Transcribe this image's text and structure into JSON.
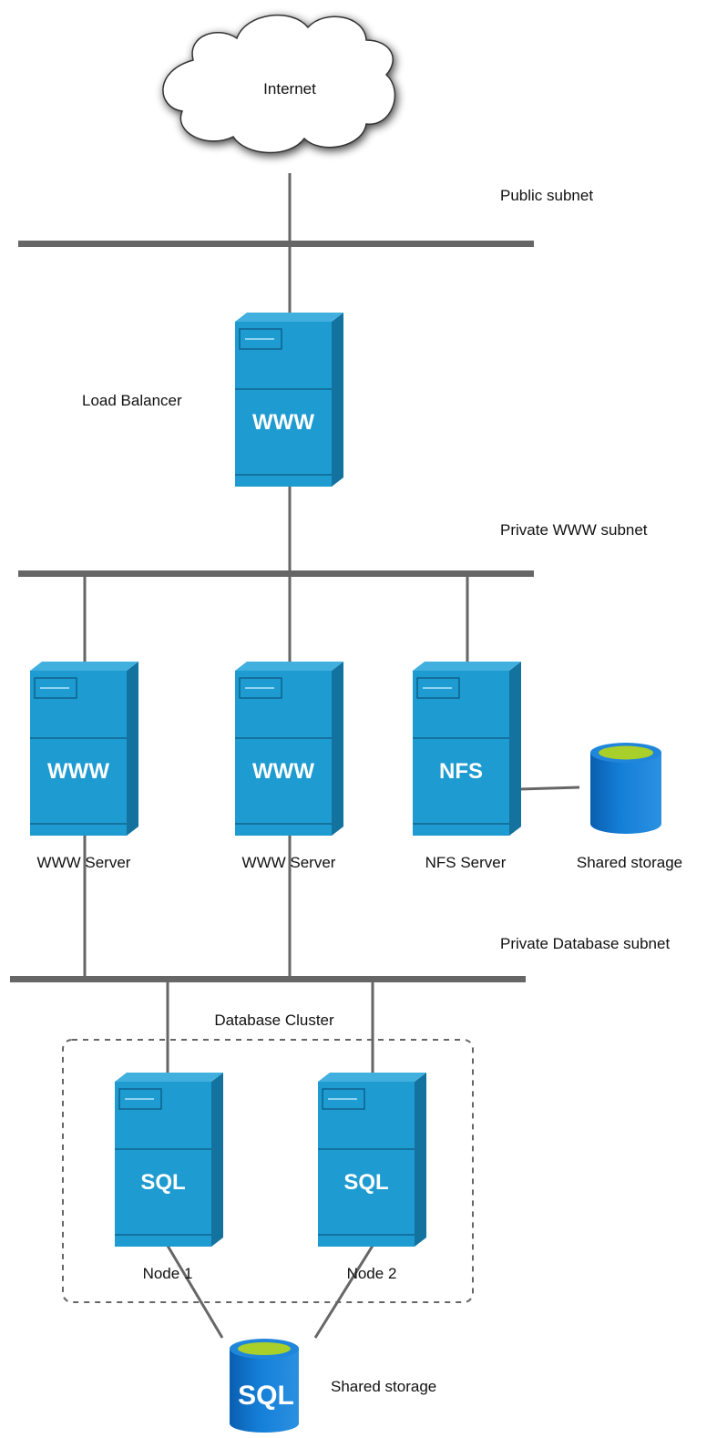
{
  "internet": {
    "label": "Internet"
  },
  "subnets": {
    "public": "Public subnet",
    "private_www": "Private WWW subnet",
    "private_db": "Private Database subnet"
  },
  "load_balancer": {
    "caption": "Load Balancer",
    "badge": "WWW"
  },
  "www_servers": [
    {
      "badge": "WWW",
      "caption": "WWW Server"
    },
    {
      "badge": "WWW",
      "caption": "WWW Server"
    }
  ],
  "nfs_server": {
    "badge": "NFS",
    "caption": "NFS Server"
  },
  "shared_storage_top": {
    "caption": "Shared storage"
  },
  "database_cluster": {
    "title": "Database Cluster",
    "nodes": [
      {
        "badge": "SQL",
        "caption": "Node 1"
      },
      {
        "badge": "SQL",
        "caption": "Node 2"
      }
    ]
  },
  "shared_storage_bottom": {
    "badge": "SQL",
    "caption": "Shared storage"
  },
  "colors": {
    "server_front": "#1e9bd1",
    "server_side": "#13729e",
    "server_top": "#41b0df",
    "storage_blue": "#0f78d4",
    "storage_top": "#a8cf2a",
    "bus_line": "#666666"
  }
}
